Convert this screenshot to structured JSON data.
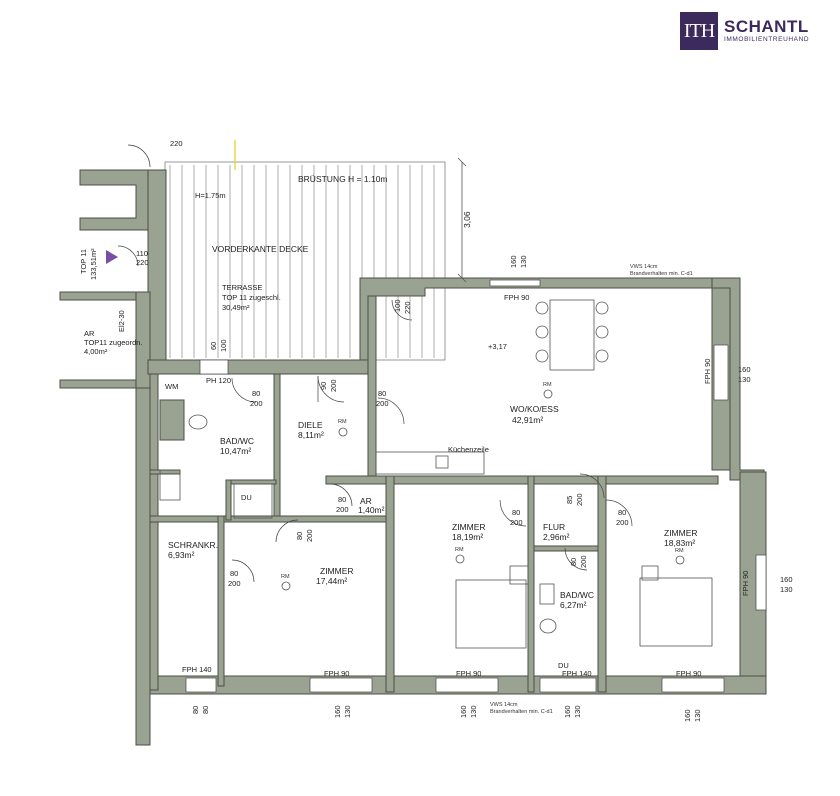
{
  "logo": {
    "mark": "ITH",
    "name": "SCHANTL",
    "subtitle": "IMMOBILIENTREUHAND"
  },
  "top_label": {
    "name": "TOP 11",
    "area": "133,51m²"
  },
  "rooms": {
    "terrasse": {
      "name": "TERRASSE",
      "sub": "TOP 11 zugeschl.",
      "area": "30,49m²"
    },
    "ar_outside": {
      "name": "AR",
      "sub": "TOP11 zugeordn.",
      "area": "4,00m²"
    },
    "wokoess": {
      "name": "WO/KO/ESS",
      "area": "42,91m²"
    },
    "diele": {
      "name": "DIELE",
      "area": "8,11m²"
    },
    "badwc1": {
      "name": "BAD/WC",
      "area": "10,47m²"
    },
    "ar": {
      "name": "AR",
      "area": "1,40m²"
    },
    "zimmer1": {
      "name": "ZIMMER",
      "area": "18,19m²"
    },
    "flur": {
      "name": "FLUR",
      "area": "2,96m²"
    },
    "zimmer2": {
      "name": "ZIMMER",
      "area": "18,83m²"
    },
    "schrankr": {
      "name": "SCHRANKR.",
      "area": "6,93m²"
    },
    "zimmer3": {
      "name": "ZIMMER",
      "area": "17,44m²"
    },
    "badwc2": {
      "name": "BAD/WC",
      "area": "6,27m²"
    }
  },
  "annotations": {
    "bruestung": "BRÜSTUNG H = 1.10m",
    "vorderkante": "VORDERKANTE DECKE",
    "h175": "H=1.75m",
    "dim306": "3,06",
    "level": "+3,17",
    "wm": "WM",
    "du": "DU",
    "du2": "DU",
    "kuechenzeile": "Küchenzeile",
    "rm": "RM",
    "el": "El2-30",
    "vws_top": "VWS 14cm",
    "brand_top": "Brandverhalten min. C-d1",
    "vws_bottom": "VWS 14cm",
    "brand_bottom": "Brandverhalten min. C-d1",
    "d220": "220"
  },
  "openings": {
    "fph90_a": "FPH 90",
    "fph90_b": "FPH 90",
    "fph90_c": "FPH 90",
    "fph90_d": "FPH 90",
    "fph90_e": "FPH 90",
    "fph90_f": "FPH 90",
    "fph140_a": "FPH 140",
    "fph140_b": "FPH 140",
    "ph120": "PH 120",
    "d80": "80",
    "d200": "200",
    "d90": "90",
    "d100": "100",
    "d110": "110",
    "d220": "220",
    "d160": "160",
    "d130": "130",
    "d85": "85",
    "d60": "60"
  }
}
